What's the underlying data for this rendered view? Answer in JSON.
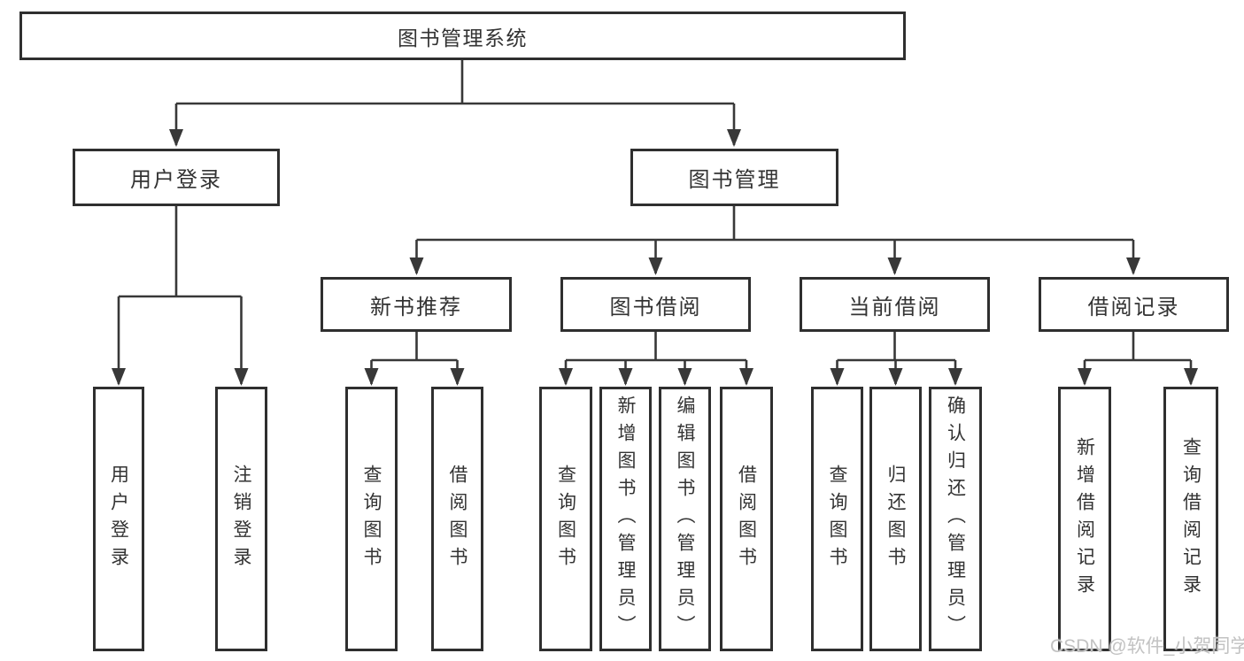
{
  "diagram": {
    "root": {
      "label": "图书管理系统"
    },
    "level2": [
      {
        "label": "用户登录"
      },
      {
        "label": "图书管理"
      }
    ],
    "level3": [
      {
        "label": "新书推荐"
      },
      {
        "label": "图书借阅"
      },
      {
        "label": "当前借阅"
      },
      {
        "label": "借阅记录"
      }
    ],
    "leaves": [
      {
        "group": "用户登录",
        "label": "用户登录"
      },
      {
        "group": "用户登录",
        "label": "注销登录"
      },
      {
        "group": "新书推荐",
        "label": "查询图书"
      },
      {
        "group": "新书推荐",
        "label": "借阅图书"
      },
      {
        "group": "图书借阅",
        "label": "查询图书"
      },
      {
        "group": "图书借阅",
        "label": "新增图书（管理员）"
      },
      {
        "group": "图书借阅",
        "label": "编辑图书（管理员）"
      },
      {
        "group": "图书借阅",
        "label": "借阅图书"
      },
      {
        "group": "当前借阅",
        "label": "查询图书"
      },
      {
        "group": "当前借阅",
        "label": "归还图书"
      },
      {
        "group": "当前借阅",
        "label": "确认归还（管理员）"
      },
      {
        "group": "借阅记录",
        "label": "新增借阅记录"
      },
      {
        "group": "借阅记录",
        "label": "查询借阅记录"
      }
    ],
    "colors": {
      "line": "#383838",
      "box_border": "#2f2f2f",
      "box_fill": "#ffffff",
      "text": "#333333",
      "watermark": "#c2c2c2"
    },
    "watermark": {
      "text": "CSDN @软件_小贺同学"
    }
  }
}
